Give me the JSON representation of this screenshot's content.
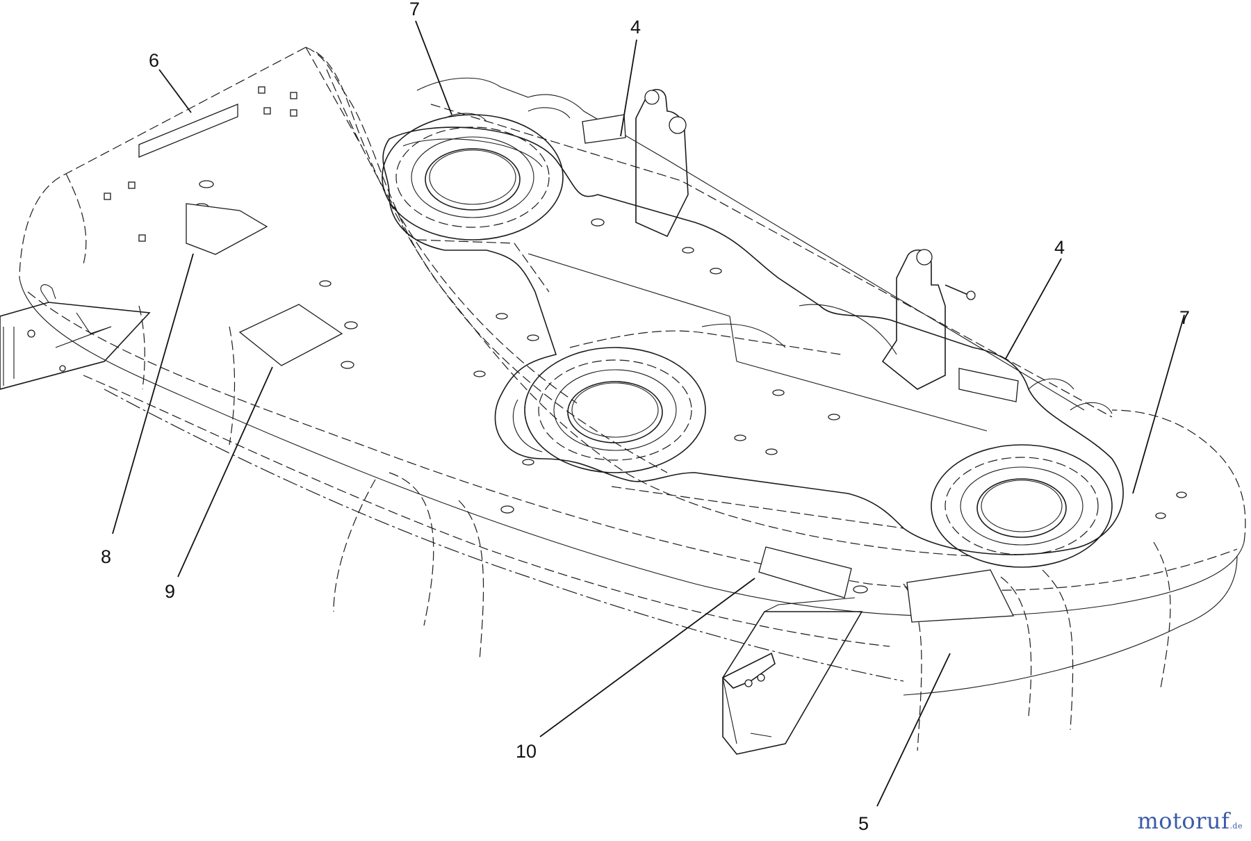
{
  "callouts": [
    {
      "id": "c-7a",
      "label": "7"
    },
    {
      "id": "c-4a",
      "label": "4"
    },
    {
      "id": "c-6",
      "label": "6"
    },
    {
      "id": "c-4b",
      "label": "4"
    },
    {
      "id": "c-7b",
      "label": "7"
    },
    {
      "id": "c-8",
      "label": "8"
    },
    {
      "id": "c-9",
      "label": "9"
    },
    {
      "id": "c-10",
      "label": "10"
    },
    {
      "id": "c-5",
      "label": "5"
    }
  ],
  "watermark": {
    "main": "motoruf",
    "suffix": ".de"
  }
}
